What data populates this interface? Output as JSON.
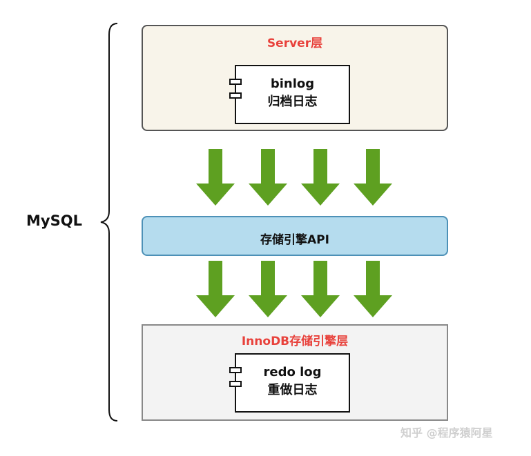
{
  "mysql_label": "MySQL",
  "server_layer": {
    "title": "Server层",
    "component": {
      "line1": "binlog",
      "line2": "归档日志"
    }
  },
  "api_layer": {
    "title": "存储引擎API"
  },
  "innodb_layer": {
    "title": "InnoDB存储引擎层",
    "component": {
      "line1": "redo log",
      "line2": "重做日志"
    }
  },
  "watermark": "知乎 @程序猿阿星",
  "colors": {
    "arrow": "#5ea021",
    "title_red": "#e8413b",
    "api_fill": "#b5dcee",
    "server_fill": "#f8f4ea",
    "innodb_fill": "#f3f3f3"
  }
}
